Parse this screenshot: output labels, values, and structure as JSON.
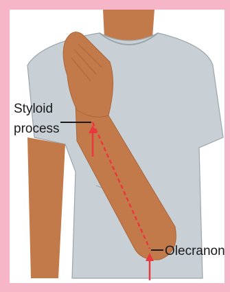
{
  "labels": {
    "styloid_line1": "Styloid",
    "styloid_line2": "process",
    "olecranon": "Olecranon"
  },
  "colors": {
    "frame": "#f7b6c8",
    "background": "#ffffff",
    "shirt": "#c8d0d6",
    "skin": "#c27a4a",
    "skin_shadow": "#a9653b",
    "measure_line": "#e8383d",
    "arrow": "#e8383d",
    "leader": "#1a1a1a"
  }
}
